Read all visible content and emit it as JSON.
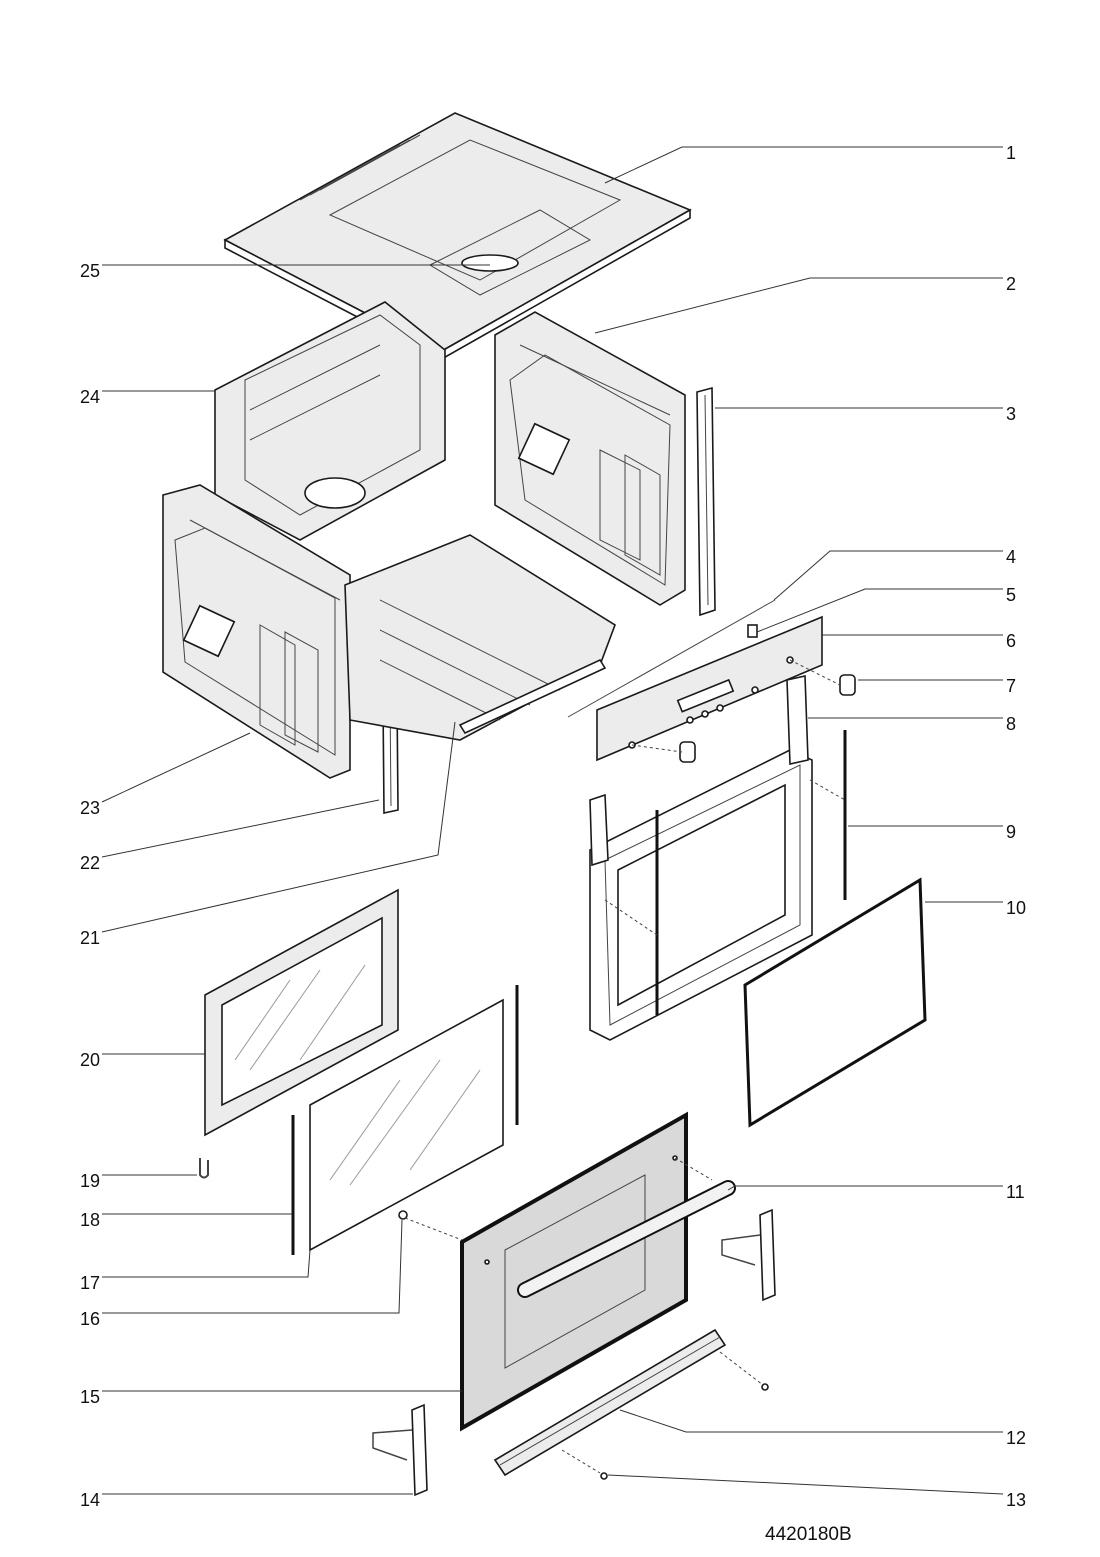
{
  "diagram": {
    "drawing_code": "4420180B",
    "callouts": [
      "1",
      "2",
      "3",
      "4",
      "5",
      "6",
      "7",
      "8",
      "9",
      "10",
      "11",
      "12",
      "13",
      "14",
      "15",
      "16",
      "17",
      "18",
      "19",
      "20",
      "21",
      "22",
      "23",
      "24",
      "25"
    ]
  }
}
